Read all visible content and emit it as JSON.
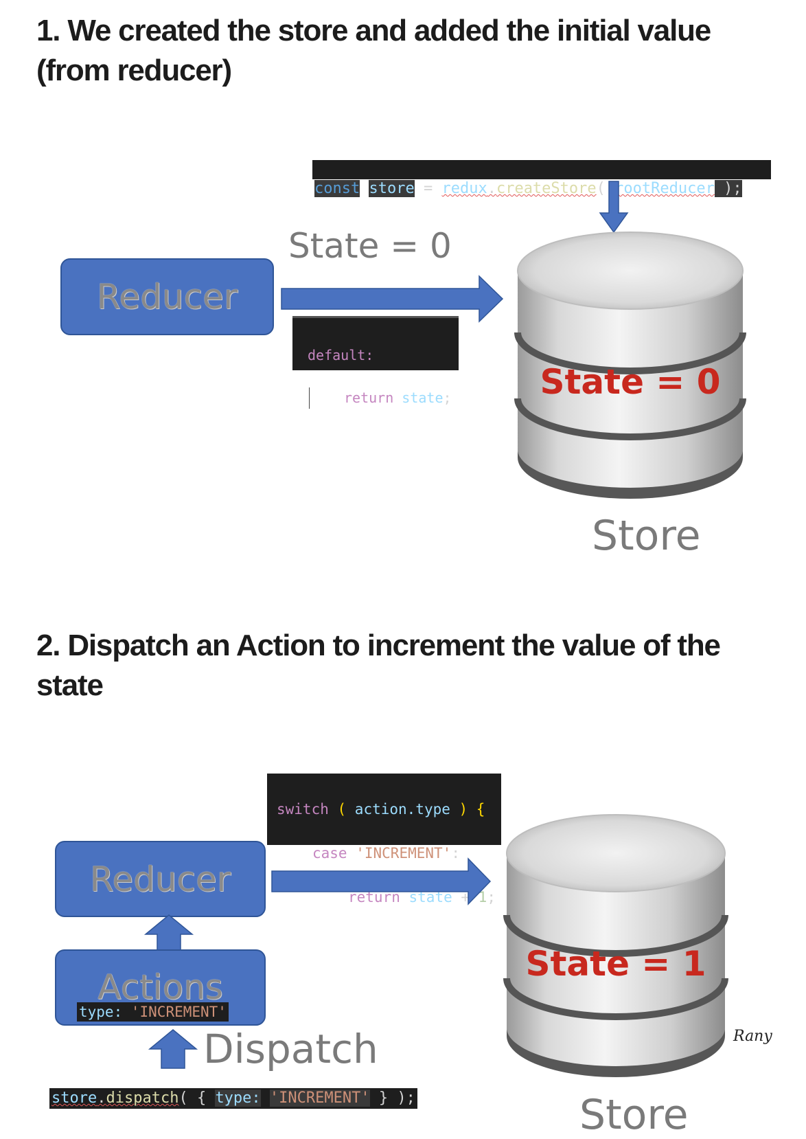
{
  "section1": {
    "heading_line1": "1. We created the store and added the initial value",
    "heading_line2": "(from reducer)",
    "code_top": {
      "t1": "const",
      "t2": "store",
      "t3": " = ",
      "t4": "redux",
      "t5": ".",
      "t6": "createStore",
      "t7": "( ",
      "t8": "rootReducer",
      "t9": " );"
    },
    "arrow_label": "State = 0",
    "reducer_label": "Reducer",
    "code_mid": {
      "line1": "default:",
      "line2_kw": "return",
      "line2_var": "state",
      "line2_end": ";"
    },
    "store_state": "State = 0",
    "store_label": "Store"
  },
  "section2": {
    "heading_line1": "2. Dispatch an Action to increment the value of the",
    "heading_line2": "state",
    "code_switch": {
      "l1_kw": "switch",
      "l1_a": " ( ",
      "l1_var": "action.type",
      "l1_b": " ) {",
      "l2_kw": "case",
      "l2_str": "'INCREMENT'",
      "l2_end": ":",
      "l3_kw": "return",
      "l3_var": "state",
      "l3_op": " + ",
      "l3_num": "1",
      "l3_end": ";"
    },
    "reducer_label": "Reducer",
    "actions_label": "Actions",
    "action_type_key": "type:",
    "action_type_value": "'INCREMENT'",
    "dispatch_label": "Dispatch",
    "code_dispatch": {
      "t1": "store",
      "t2": ".",
      "t3": "dispatch",
      "t4": "( { ",
      "t5": "type:",
      "t6": " ",
      "t7": "'INCREMENT'",
      "t8": " } );"
    },
    "store_state": "State = 1",
    "store_label": "Store",
    "signature": "Rany"
  },
  "colors": {
    "box_blue": "#4a72c0",
    "state_red": "#c8281e",
    "code_bg": "#1e1e1e"
  }
}
